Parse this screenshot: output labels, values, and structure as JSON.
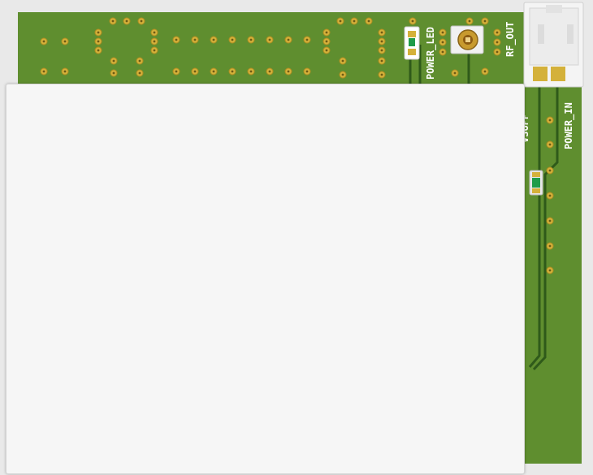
{
  "board": {
    "substrate_color": "#5f8e2f",
    "trace_color": "#2f5a1a",
    "pad_color": "#d4b13a",
    "background_color": "#e9e9e9",
    "panel_color": "#f6f6f6"
  },
  "silkscreen": {
    "power_led": "POWER_LED",
    "rf_out": "RF_OUT",
    "power_in": "POWER_IN",
    "vsupp": "VSUPP"
  },
  "panel": {
    "label": ""
  }
}
